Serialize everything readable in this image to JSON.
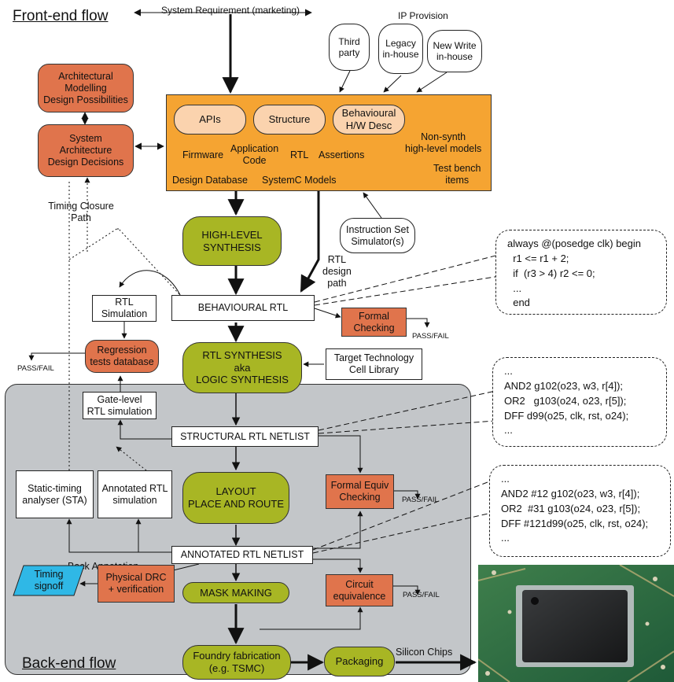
{
  "headings": {
    "front_end": "Front-end flow",
    "back_end": "Back-end flow"
  },
  "top": {
    "system_requirement": "System Requirement (marketing)",
    "ip_provision": "IP Provision",
    "third_party": "Third\nparty",
    "legacy": "Legacy\nin-house",
    "new_write": "New Write\nin-house"
  },
  "left": {
    "architectural_modelling": "Architectural\nModelling\nDesign Possibilities",
    "system_architecture": "System\nArchitecture\nDesign Decisions",
    "timing_closure": "Timing Closure\nPath"
  },
  "orange_panel": {
    "apis": "APIs",
    "structure": "Structure",
    "behavioural": "Behavioural\nH/W Desc",
    "firmware": "Firmware",
    "application_code": "Application\nCode",
    "rtl": "RTL",
    "assertions": "Assertions",
    "non_synth": "Non-synth\nhigh-level models",
    "test_bench": "Test bench\nitems",
    "design_database": "Design Database",
    "systemc": "SystemC Models"
  },
  "flow": {
    "instruction_set": "Instruction Set\nSimulator(s)",
    "hls": "HIGH-LEVEL\nSYNTHESIS",
    "rtl_design_path": "RTL\ndesign\npath",
    "behavioural_rtl": "BEHAVIOURAL RTL",
    "rtl_simulation": "RTL\nSimulation",
    "formal_checking": "Formal\nChecking",
    "pass_fail": "PASS/FAIL",
    "regression": "Regression\ntests database",
    "rtl_synthesis": "RTL SYNTHESIS\naka\nLOGIC SYNTHESIS",
    "target_tech": "Target Technology\nCell Library",
    "gate_level": "Gate-level\nRTL simulation",
    "structural_netlist": "STRUCTURAL RTL NETLIST",
    "layout": "LAYOUT\nPLACE AND ROUTE",
    "formal_equiv": "Formal Equiv\nChecking",
    "sta": "Static-timing\nanalyser (STA)",
    "annotated_sim": "Annotated RTL\nsimulation",
    "annotated_netlist": "ANNOTATED  RTL NETLIST",
    "back_annotation": "Back Annotation",
    "timing_signoff": "Timing\nsignoff",
    "physical_drc": "Physical DRC\n+ verification",
    "mask_making": "MASK MAKING",
    "circuit_equivalence": "Circuit\nequivalence",
    "foundry": "Foundry fabrication\n(e.g. TSMC)",
    "packaging": "Packaging",
    "silicon_chips": "Silicon Chips"
  },
  "code": {
    "behavioural": "always @(posedge clk) begin\n  r1 <= r1 + 2;\n  if  (r3 > 4) r2 <= 0;\n  ...\n  end",
    "structural": "...\nAND2 g102(o23, w3, r[4]);\nOR2   g103(o24, o23, r[5]);\nDFF d99(o25, clk, rst, o24);\n...",
    "annotated": "...\nAND2 #12 g102(o23, w3, r[4]);\nOR2  #31 g103(o24, o23, r[5]);\nDFF #121d99(o25, clk, rst, o24);\n..."
  },
  "colors": {
    "orange_block": "#e0744c",
    "olive_block": "#a8b624",
    "panel_orange": "#f5a432",
    "backend_grey": "#c3c6c9",
    "timing_signoff": "#2fb8e6"
  }
}
